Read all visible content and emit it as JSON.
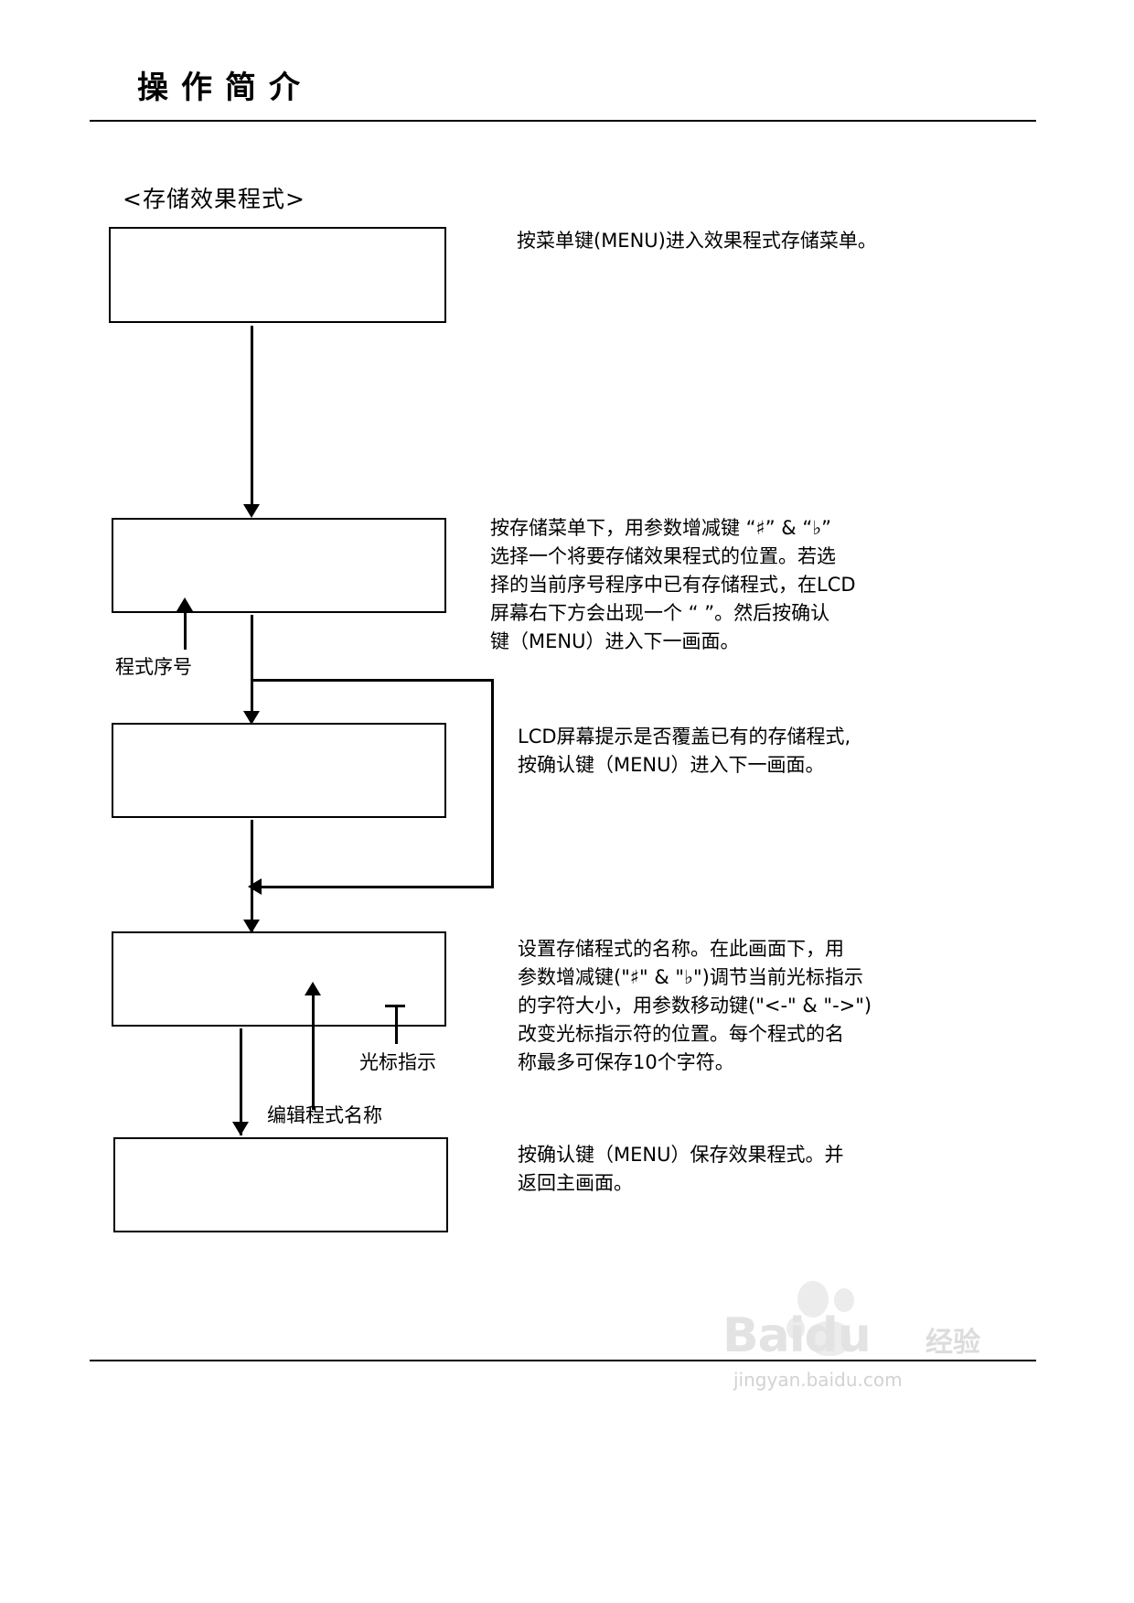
{
  "page": {
    "title": "操作简介",
    "section_heading": "<存储效果程式>"
  },
  "flow": {
    "steps": [
      {
        "id": "step-1",
        "screen_label": "",
        "description": "按菜单键(MENU)进入效果程式存储菜单。"
      },
      {
        "id": "step-2",
        "screen_label": "",
        "description": "按存储菜单下，用参数增减键 “♯” & “♭”\n选择一个将要存储效果程式的位置。若选\n择的当前序号程序中已有存储程式，在LCD\n屏幕右下方会出现一个 “  ”。然后按确认\n键（MENU）进入下一画面。"
      },
      {
        "id": "step-3",
        "screen_label": "",
        "description": "LCD屏幕提示是否覆盖已有的存储程式,\n按确认键（MENU）进入下一画面。"
      },
      {
        "id": "step-4",
        "screen_label": "",
        "description": "设置存储程式的名称。在此画面下，用\n参数增减键(\"♯\" & \"♭\")调节当前光标指示\n的字符大小，用参数移动键(\"<-\" & \"->\")\n改变光标指示符的位置。每个程式的名\n称最多可保存10个字符。"
      },
      {
        "id": "step-5",
        "screen_label": "",
        "description": "按确认键（MENU）保存效果程式。并\n返回主画面。"
      }
    ],
    "callouts": [
      {
        "id": "callout-program-number",
        "label": "程式序号"
      },
      {
        "id": "callout-cursor-indicator",
        "label": "光标指示"
      },
      {
        "id": "callout-edit-program-name",
        "label": "编辑程式名称"
      }
    ]
  },
  "watermark": {
    "brand": "Baidu",
    "brand_cn": "经验",
    "url": "jingyan.baidu.com"
  },
  "colors": {
    "ink": "#000000",
    "paper": "#ffffff",
    "watermark": "#e3e3e3"
  }
}
